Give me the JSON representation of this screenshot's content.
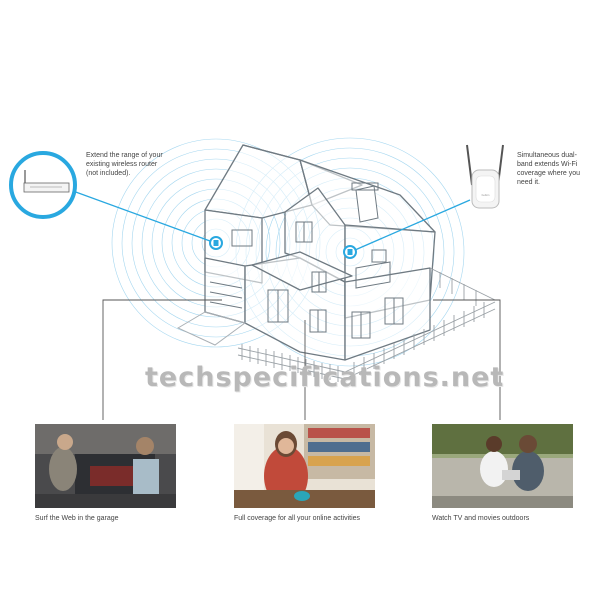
{
  "callouts": {
    "router": "Extend the range of your existing wireless router (not included).",
    "extender": "Simultaneous dual-band extends Wi-Fi coverage where you need it."
  },
  "watermark": "techspecifications.net",
  "photos": [
    {
      "caption": "Surf the Web in the garage"
    },
    {
      "caption": "Full coverage for all your online activities"
    },
    {
      "caption": "Watch TV and movies outdoors"
    }
  ],
  "colors": {
    "accent": "#29a8e0",
    "line": "#555555"
  }
}
